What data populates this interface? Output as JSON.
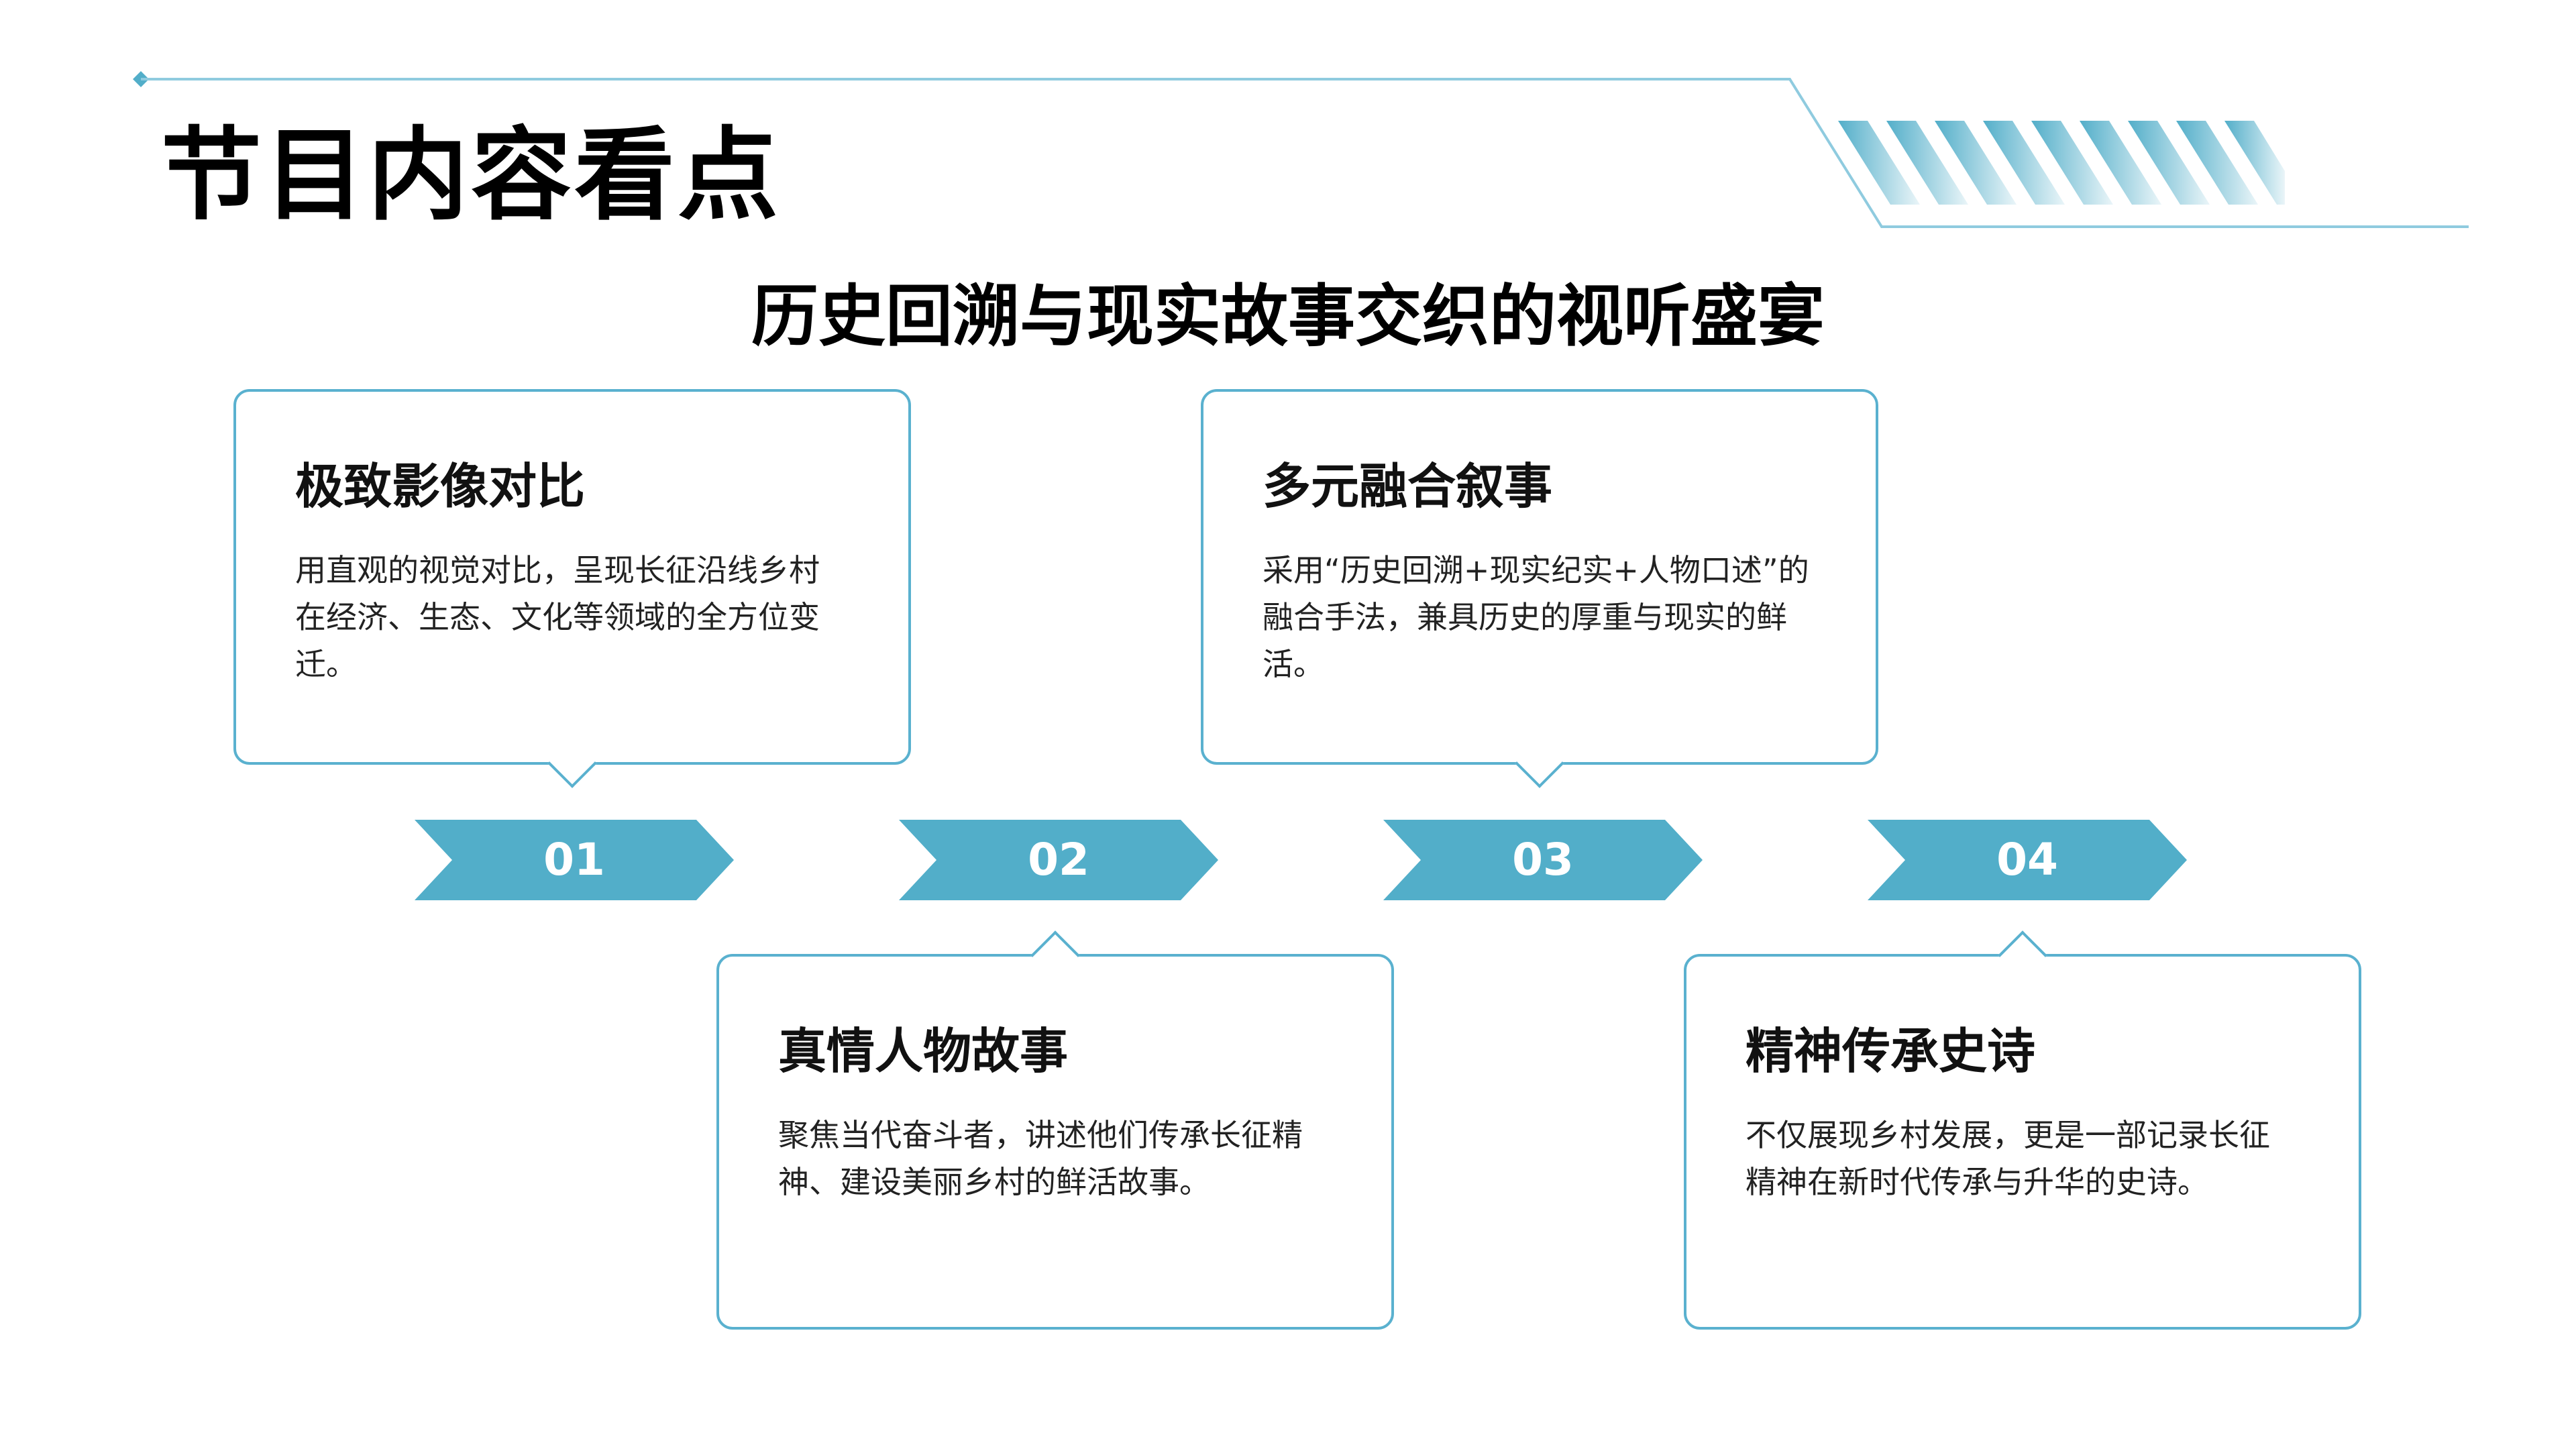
{
  "page_title": "节目内容看点",
  "subtitle": "历史回溯与现实故事交织的视听盛宴",
  "colors": {
    "accent": "#52AEC9",
    "border": "#5AB1CF",
    "text": "#111111"
  },
  "steps": [
    {
      "number": "01",
      "title": "极致影像对比",
      "text": "用直观的视觉对比，呈现长征沿线乡村在经济、生态、文化等领域的全方位变迁。"
    },
    {
      "number": "02",
      "title": "真情人物故事",
      "text": "聚焦当代奋斗者，讲述他们传承长征精神、建设美丽乡村的鲜活故事。"
    },
    {
      "number": "03",
      "title": "多元融合叙事",
      "text": "采用“历史回溯+现实纪实+人物口述”的融合手法，兼具历史的厚重与现实的鲜活。"
    },
    {
      "number": "04",
      "title": "精神传承史诗",
      "text": "不仅展现乡村发展，更是一部记录长征精神在新时代传承与升华的史诗。"
    }
  ]
}
